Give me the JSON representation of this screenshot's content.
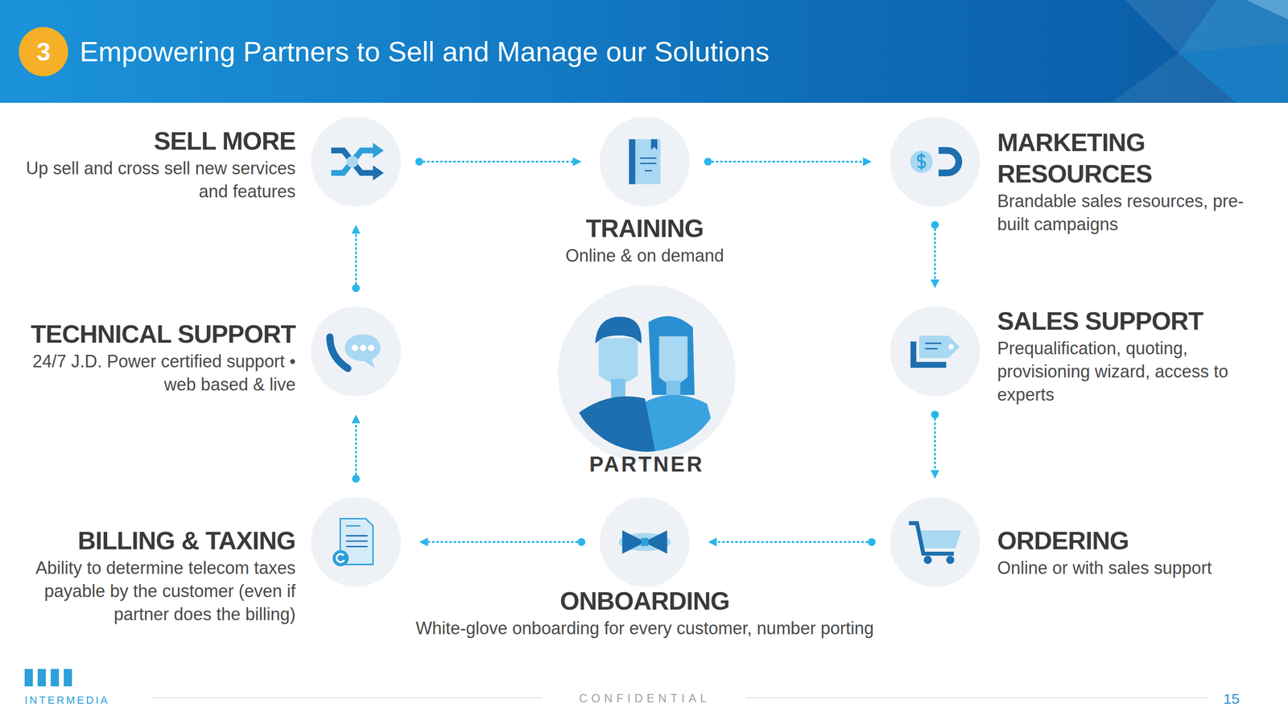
{
  "diagram": {
    "title": "Empowering Partners to Sell and Manage our Solutions",
    "nodes": [
      {
        "text": [
          "SELL MORE",
          "Up sell and cross sell new services and features"
        ]
      },
      {
        "text": [
          "TRAINING",
          "Online & on demand"
        ]
      },
      {
        "text": [
          "MARKETING RESOURCES",
          "Brandable sales resources, pre-built campaigns"
        ]
      },
      {
        "text": [
          "TECHNICAL SUPPORT",
          "24/7 J.D. Power certified support • web based & live"
        ]
      },
      {
        "text": [
          "PARTNER"
        ]
      },
      {
        "text": [
          "SALES SUPPORT",
          "Prequalification, quoting, provisioning wizard, access to experts"
        ]
      },
      {
        "text": [
          "BILLING & TAXING",
          "Ability to determine telecom taxes payable by the customer (even if partner does the billing)"
        ]
      },
      {
        "text": [
          "ONBOARDING",
          "White-glove onboarding for every customer, number porting"
        ]
      },
      {
        "text": [
          "ORDERING",
          "Online or with sales support"
        ]
      }
    ],
    "edges": [
      {
        "from": 0,
        "to": 1,
        "arrow": "to"
      },
      {
        "from": 1,
        "to": 2,
        "arrow": "to"
      },
      {
        "from": 2,
        "to": 5,
        "arrow": "to"
      },
      {
        "from": 5,
        "to": 8,
        "arrow": "to"
      },
      {
        "from": 8,
        "to": 7,
        "arrow": "to"
      },
      {
        "from": 7,
        "to": 6,
        "arrow": "to"
      },
      {
        "from": 6,
        "to": 3,
        "arrow": "to"
      },
      {
        "from": 3,
        "to": 0,
        "arrow": "to"
      }
    ],
    "labels": [
      "3",
      "INTERMEDIA",
      "CONFIDENTIAL",
      "15"
    ]
  }
}
